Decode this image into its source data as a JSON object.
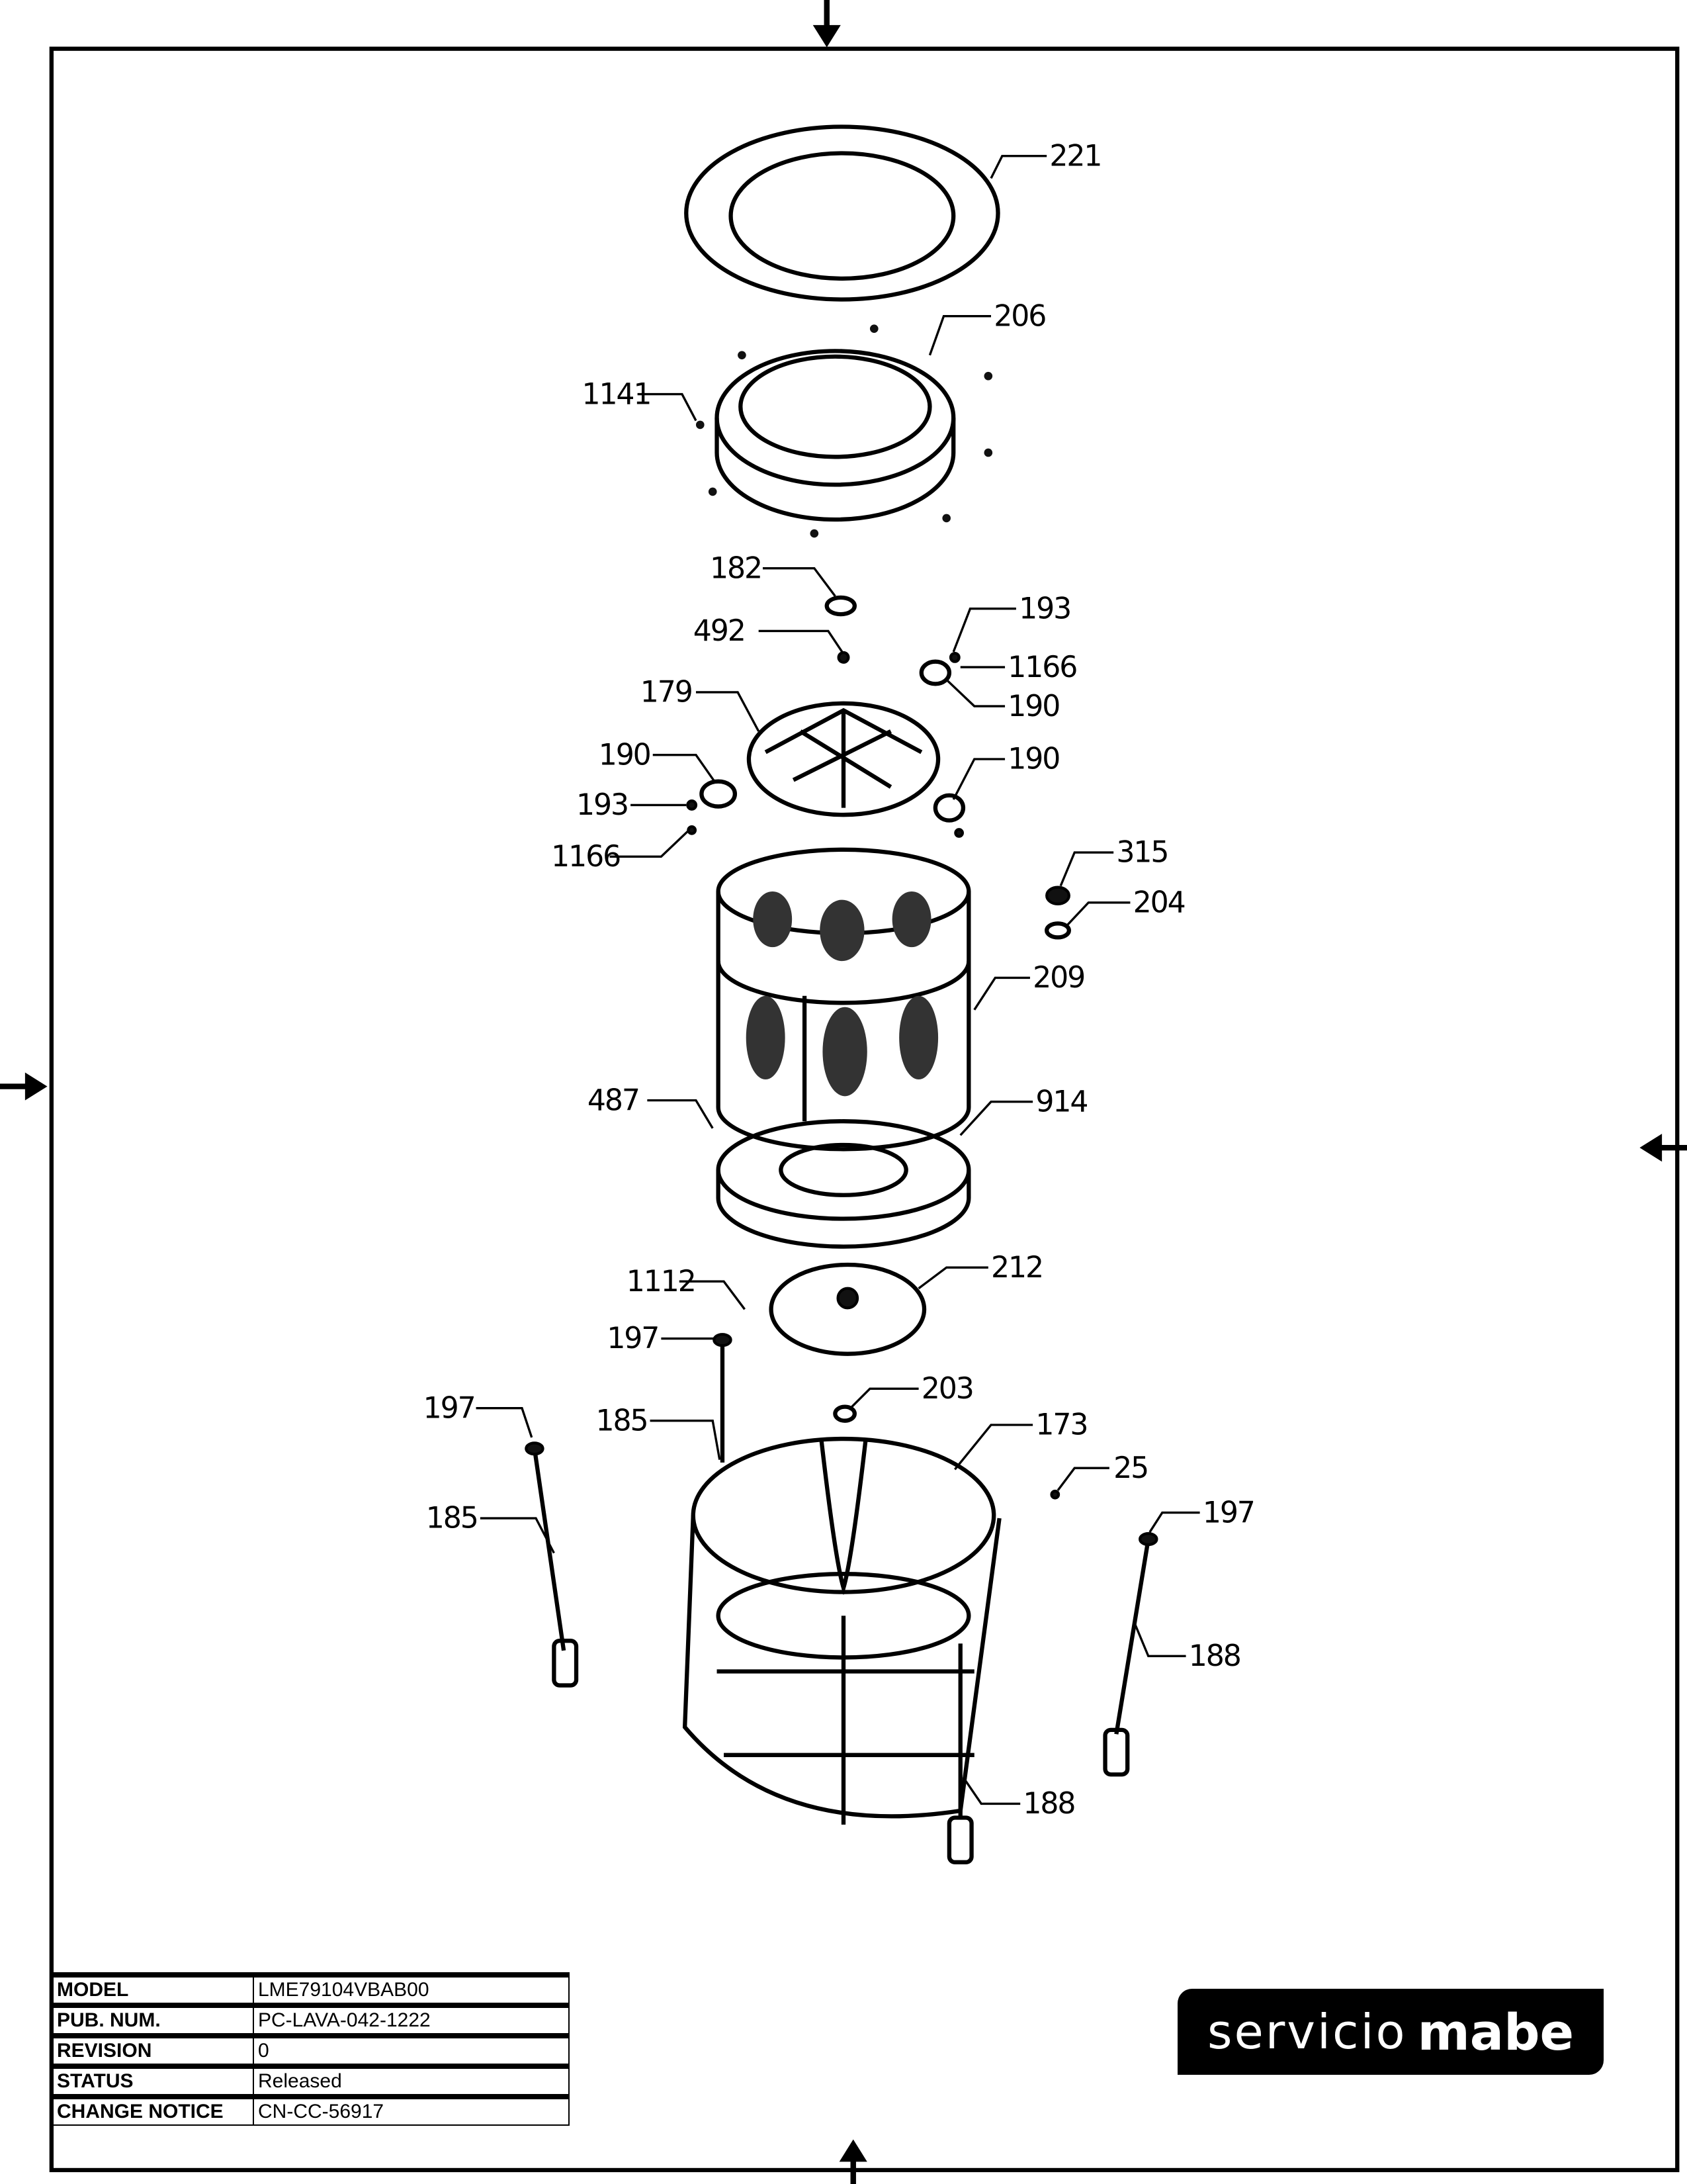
{
  "callouts": [
    "221",
    "206",
    "1141",
    "182",
    "492",
    "193",
    "1166",
    "190",
    "179",
    "190",
    "193",
    "1166",
    "190",
    "315",
    "204",
    "209",
    "487",
    "914",
    "1112",
    "212",
    "197",
    "203",
    "185",
    "173",
    "25",
    "197",
    "185",
    "197",
    "188",
    "188"
  ],
  "info_table": [
    {
      "label": "MODEL",
      "value": "LME79104VBAB00"
    },
    {
      "label": "PUB. NUM.",
      "value": "PC-LAVA-042-1222"
    },
    {
      "label": "REVISION",
      "value": "0"
    },
    {
      "label": "STATUS",
      "value": "Released"
    },
    {
      "label": "CHANGE NOTICE",
      "value": "CN-CC-56917"
    }
  ],
  "logo": {
    "light": "servicio",
    "bold": "mabe"
  }
}
